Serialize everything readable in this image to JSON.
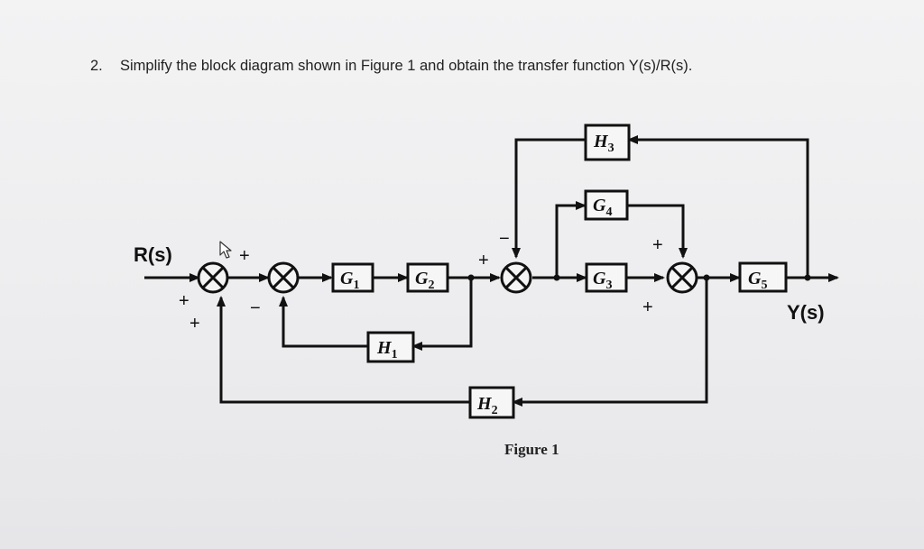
{
  "question": {
    "number": "2.",
    "text": "Simplify the block diagram shown in Figure 1 and obtain the transfer function Y(s)/R(s)."
  },
  "diagram": {
    "input_label": "R(s)",
    "output_label": "Y(s)",
    "caption": "Figure 1",
    "blocks": {
      "G1": {
        "symbol": "G",
        "sub": "1"
      },
      "G2": {
        "symbol": "G",
        "sub": "2"
      },
      "G3": {
        "symbol": "G",
        "sub": "3"
      },
      "G4": {
        "symbol": "G",
        "sub": "4"
      },
      "G5": {
        "symbol": "G",
        "sub": "5"
      },
      "H1": {
        "symbol": "H",
        "sub": "1"
      },
      "H2": {
        "symbol": "H",
        "sub": "2"
      },
      "H3": {
        "symbol": "H",
        "sub": "3"
      }
    },
    "signs": {
      "sj1_top": "+",
      "sj1_left": "+",
      "sj1_bottom": "+",
      "sj2_bottom": "−",
      "sj3_left": "+",
      "sj3_top": "−",
      "sj4_top": "+",
      "sj4_bottom": "+"
    }
  }
}
